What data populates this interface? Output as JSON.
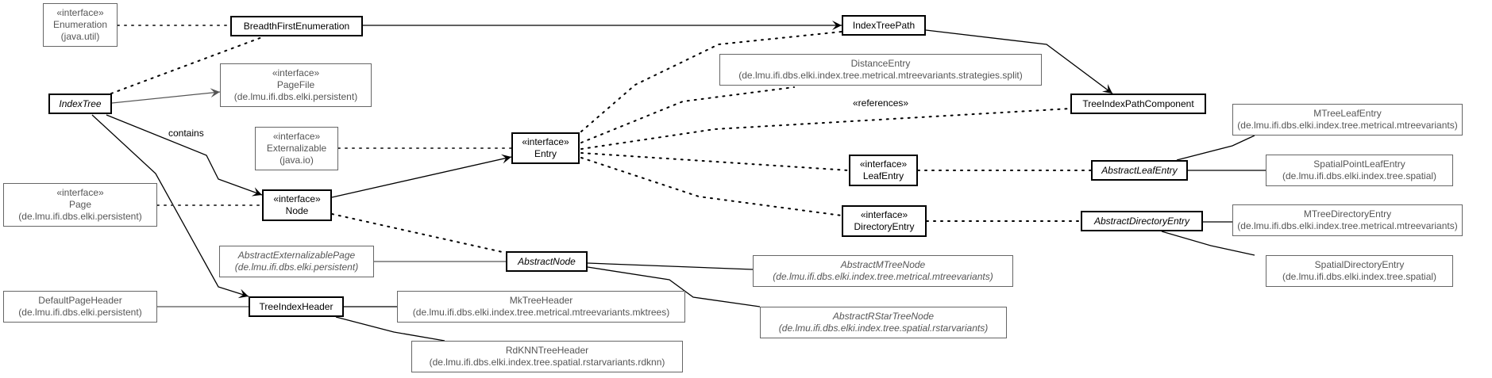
{
  "diagram": {
    "title": "IndexTree class diagram",
    "nodes": [
      {
        "id": "enumeration",
        "lines": [
          "«interface»",
          "Enumeration",
          "(java.util)"
        ],
        "kind": "external",
        "abstract": false
      },
      {
        "id": "breadthfirstenumeration",
        "lines": [
          "BreadthFirstEnumeration"
        ],
        "kind": "main",
        "abstract": false
      },
      {
        "id": "indextreepath",
        "lines": [
          "IndexTreePath"
        ],
        "kind": "main",
        "abstract": false
      },
      {
        "id": "pagefile",
        "lines": [
          "«interface»",
          "PageFile",
          "(de.lmu.ifi.dbs.elki.persistent)"
        ],
        "kind": "external",
        "abstract": false
      },
      {
        "id": "indextree",
        "lines": [
          "IndexTree"
        ],
        "kind": "main",
        "abstract": true
      },
      {
        "id": "distanceentry",
        "lines": [
          "DistanceEntry",
          "(de.lmu.ifi.dbs.elki.index.tree.metrical.mtreevariants.strategies.split)"
        ],
        "kind": "external",
        "abstract": false
      },
      {
        "id": "treeindexpathcomponent",
        "lines": [
          "TreeIndexPathComponent"
        ],
        "kind": "main",
        "abstract": false
      },
      {
        "id": "mtreeleafentry",
        "lines": [
          "MTreeLeafEntry",
          "(de.lmu.ifi.dbs.elki.index.tree.metrical.mtreevariants)"
        ],
        "kind": "external",
        "abstract": false
      },
      {
        "id": "externalizable",
        "lines": [
          "«interface»",
          "Externalizable",
          "(java.io)"
        ],
        "kind": "external",
        "abstract": false
      },
      {
        "id": "entry",
        "lines": [
          "«interface»",
          "Entry"
        ],
        "kind": "main",
        "abstract": false
      },
      {
        "id": "leafentry",
        "lines": [
          "«interface»",
          "LeafEntry"
        ],
        "kind": "main",
        "abstract": false
      },
      {
        "id": "abstractleafentry",
        "lines": [
          "AbstractLeafEntry"
        ],
        "kind": "main",
        "abstract": true
      },
      {
        "id": "spatialpointleafentry",
        "lines": [
          "SpatialPointLeafEntry",
          "(de.lmu.ifi.dbs.elki.index.tree.spatial)"
        ],
        "kind": "external",
        "abstract": false
      },
      {
        "id": "page",
        "lines": [
          "«interface»",
          "Page",
          "(de.lmu.ifi.dbs.elki.persistent)"
        ],
        "kind": "external",
        "abstract": false
      },
      {
        "id": "node",
        "lines": [
          "«interface»",
          "Node"
        ],
        "kind": "main",
        "abstract": false
      },
      {
        "id": "directoryentry",
        "lines": [
          "«interface»",
          "DirectoryEntry"
        ],
        "kind": "main",
        "abstract": false
      },
      {
        "id": "abstractdirectoryentry",
        "lines": [
          "AbstractDirectoryEntry"
        ],
        "kind": "main",
        "abstract": true
      },
      {
        "id": "mtreedirectoryentry",
        "lines": [
          "MTreeDirectoryEntry",
          "(de.lmu.ifi.dbs.elki.index.tree.metrical.mtreevariants)"
        ],
        "kind": "external",
        "abstract": false
      },
      {
        "id": "abstractexternalizablepage",
        "lines": [
          "AbstractExternalizablePage",
          "(de.lmu.ifi.dbs.elki.persistent)"
        ],
        "kind": "external",
        "abstract": true
      },
      {
        "id": "abstractnode",
        "lines": [
          "AbstractNode"
        ],
        "kind": "main",
        "abstract": true
      },
      {
        "id": "abstractmtreenode",
        "lines": [
          "AbstractMTreeNode",
          "(de.lmu.ifi.dbs.elki.index.tree.metrical.mtreevariants)"
        ],
        "kind": "external",
        "abstract": true
      },
      {
        "id": "spatialdirectoryentry",
        "lines": [
          "SpatialDirectoryEntry",
          "(de.lmu.ifi.dbs.elki.index.tree.spatial)"
        ],
        "kind": "external",
        "abstract": false
      },
      {
        "id": "defaultpageheader",
        "lines": [
          "DefaultPageHeader",
          "(de.lmu.ifi.dbs.elki.persistent)"
        ],
        "kind": "external",
        "abstract": false
      },
      {
        "id": "treeindexheader",
        "lines": [
          "TreeIndexHeader"
        ],
        "kind": "main",
        "abstract": false
      },
      {
        "id": "mktreeheader",
        "lines": [
          "MkTreeHeader",
          "(de.lmu.ifi.dbs.elki.index.tree.metrical.mtreevariants.mktrees)"
        ],
        "kind": "external",
        "abstract": false
      },
      {
        "id": "abstractrstartreenode",
        "lines": [
          "AbstractRStarTreeNode",
          "(de.lmu.ifi.dbs.elki.index.tree.spatial.rstarvariants)"
        ],
        "kind": "external",
        "abstract": true
      },
      {
        "id": "rdknntreeheader",
        "lines": [
          "RdKNNTreeHeader",
          "(de.lmu.ifi.dbs.elki.index.tree.spatial.rstarvariants.rdknn)"
        ],
        "kind": "external",
        "abstract": false
      }
    ],
    "edges": [
      {
        "from": "enumeration",
        "to": "breadthfirstenumeration",
        "style": "dotted",
        "arrow": "none"
      },
      {
        "from": "breadthfirstenumeration",
        "to": "indextreepath",
        "style": "solid",
        "arrow": "open"
      },
      {
        "from": "indextree",
        "to": "breadthfirstenumeration",
        "style": "dotted",
        "arrow": "none"
      },
      {
        "from": "indextree",
        "to": "pagefile",
        "style": "solid-gray",
        "arrow": "open"
      },
      {
        "from": "indextree",
        "to": "node",
        "style": "solid",
        "arrow": "open",
        "label": "contains"
      },
      {
        "from": "indextree",
        "to": "treeindexheader",
        "style": "solid",
        "arrow": "open"
      },
      {
        "from": "indextreepath",
        "to": "treeindexpathcomponent",
        "style": "solid",
        "arrow": "open"
      },
      {
        "from": "entry",
        "to": "indextreepath",
        "style": "dotted",
        "arrow": "none"
      },
      {
        "from": "entry",
        "to": "distanceentry",
        "style": "dotted",
        "arrow": "none"
      },
      {
        "from": "entry",
        "to": "treeindexpathcomponent",
        "style": "dotted",
        "arrow": "none",
        "label": "«references»"
      },
      {
        "from": "entry",
        "to": "leafentry",
        "style": "dotted",
        "arrow": "none"
      },
      {
        "from": "entry",
        "to": "directoryentry",
        "style": "dotted",
        "arrow": "none"
      },
      {
        "from": "externalizable",
        "to": "entry",
        "style": "dotted",
        "arrow": "none"
      },
      {
        "from": "node",
        "to": "entry",
        "style": "solid",
        "arrow": "open"
      },
      {
        "from": "page",
        "to": "node",
        "style": "dotted",
        "arrow": "none"
      },
      {
        "from": "node",
        "to": "abstractnode",
        "style": "dotted",
        "arrow": "none"
      },
      {
        "from": "leafentry",
        "to": "abstractleafentry",
        "style": "dotted",
        "arrow": "none"
      },
      {
        "from": "directoryentry",
        "to": "abstractdirectoryentry",
        "style": "dotted",
        "arrow": "none"
      },
      {
        "from": "abstractleafentry",
        "to": "mtreeleafentry",
        "style": "solid",
        "arrow": "none"
      },
      {
        "from": "abstractleafentry",
        "to": "spatialpointleafentry",
        "style": "solid",
        "arrow": "none"
      },
      {
        "from": "abstractdirectoryentry",
        "to": "mtreedirectoryentry",
        "style": "solid",
        "arrow": "none"
      },
      {
        "from": "abstractdirectoryentry",
        "to": "spatialdirectoryentry",
        "style": "solid",
        "arrow": "none"
      },
      {
        "from": "abstractexternalizablepage",
        "to": "abstractnode",
        "style": "solid-gray",
        "arrow": "none"
      },
      {
        "from": "abstractnode",
        "to": "abstractmtreenode",
        "style": "solid",
        "arrow": "none"
      },
      {
        "from": "abstractnode",
        "to": "abstractrstartreenode",
        "style": "solid",
        "arrow": "none"
      },
      {
        "from": "defaultpageheader",
        "to": "treeindexheader",
        "style": "solid-gray",
        "arrow": "none"
      },
      {
        "from": "treeindexheader",
        "to": "mktreeheader",
        "style": "solid",
        "arrow": "none"
      },
      {
        "from": "treeindexheader",
        "to": "rdknntreeheader",
        "style": "solid",
        "arrow": "none"
      }
    ],
    "labels": {
      "contains": "contains",
      "references": "«references»"
    }
  }
}
